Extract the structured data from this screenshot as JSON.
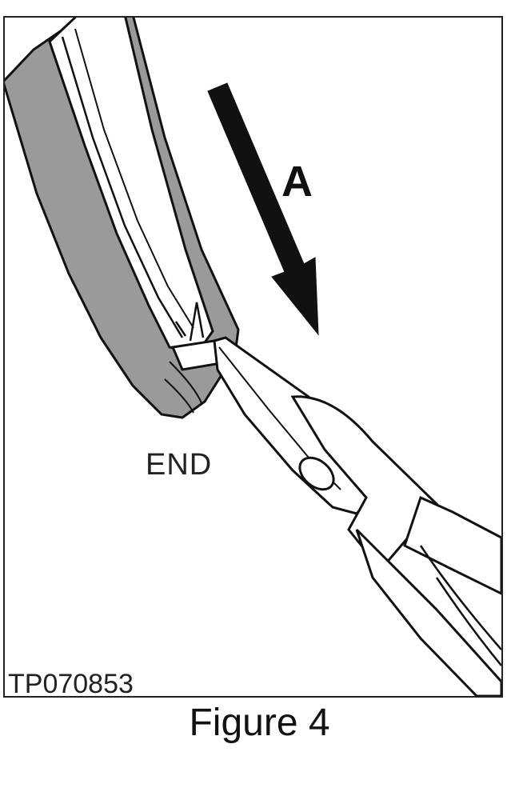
{
  "figure": {
    "arrow_label": "A",
    "end_label": "END",
    "figure_id": "TP070853",
    "caption": "Figure 4"
  },
  "colors": {
    "ink": "#111111",
    "trim_gray": "#9a9a9a",
    "background": "#ffffff"
  },
  "icons": {
    "direction": "arrow-down-right-icon"
  }
}
